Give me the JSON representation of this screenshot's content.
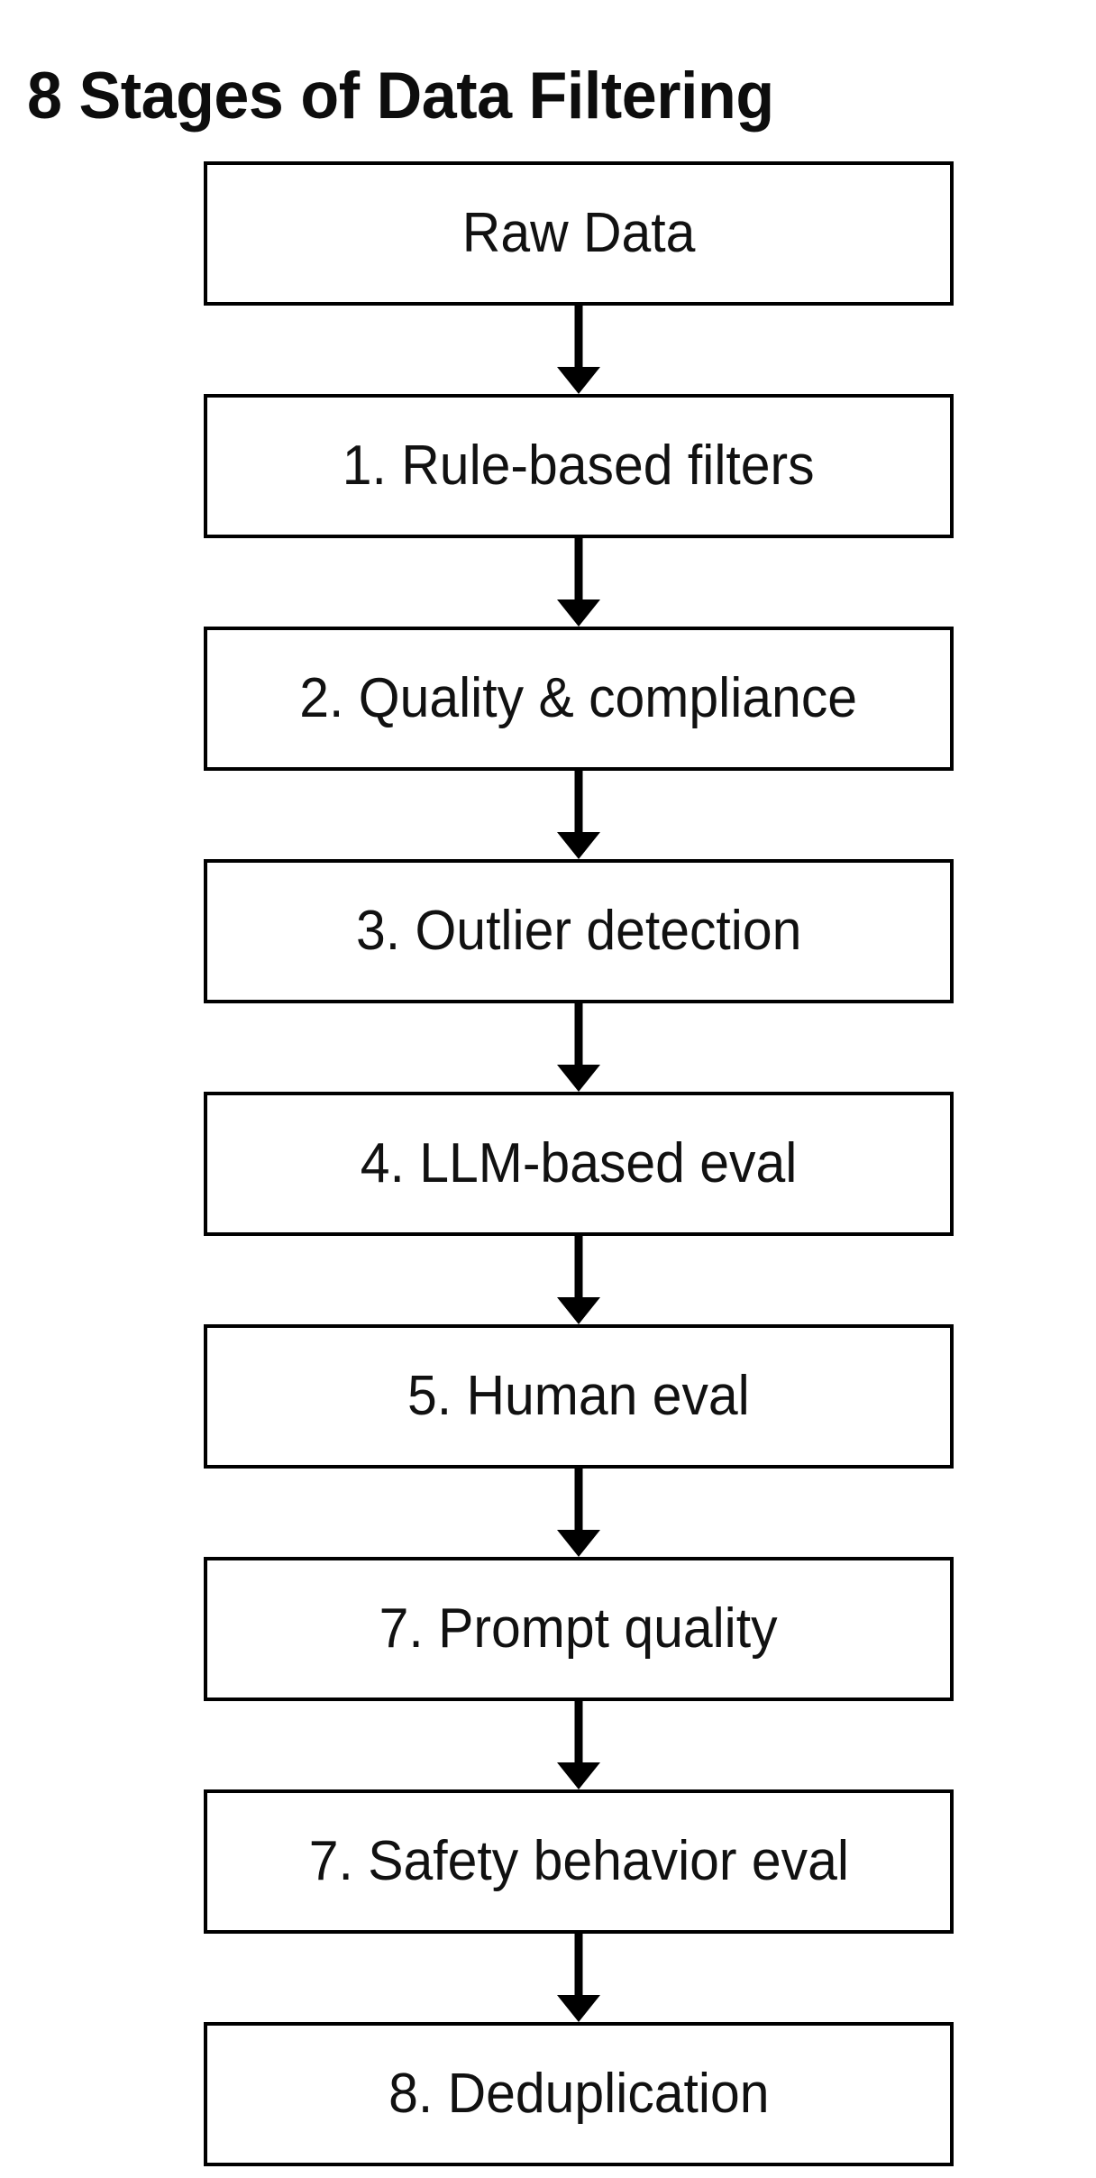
{
  "page": {
    "title": "8 Stages of Data Filtering",
    "background_color": "#ffffff",
    "stroke_color": "#000000",
    "text_color": "#111111"
  },
  "diagram": {
    "type": "flowchart",
    "orientation": "vertical-top-to-bottom",
    "connector_icon": "down-arrow-icon",
    "nodes": [
      {
        "id": "node-raw-data",
        "label": "Raw Data"
      },
      {
        "id": "node-rule-based-filters",
        "label": "1. Rule-based filters"
      },
      {
        "id": "node-quality-compliance",
        "label": "2. Quality & compliance"
      },
      {
        "id": "node-outlier-detection",
        "label": "3. Outlier detection"
      },
      {
        "id": "node-llm-based-eval",
        "label": "4. LLM-based eval"
      },
      {
        "id": "node-human-eval",
        "label": "5. Human eval"
      },
      {
        "id": "node-prompt-quality",
        "label": "7. Prompt quality"
      },
      {
        "id": "node-safety-behavior-eval",
        "label": "7. Safety behavior eval"
      },
      {
        "id": "node-deduplication",
        "label": "8. Deduplication"
      }
    ]
  }
}
